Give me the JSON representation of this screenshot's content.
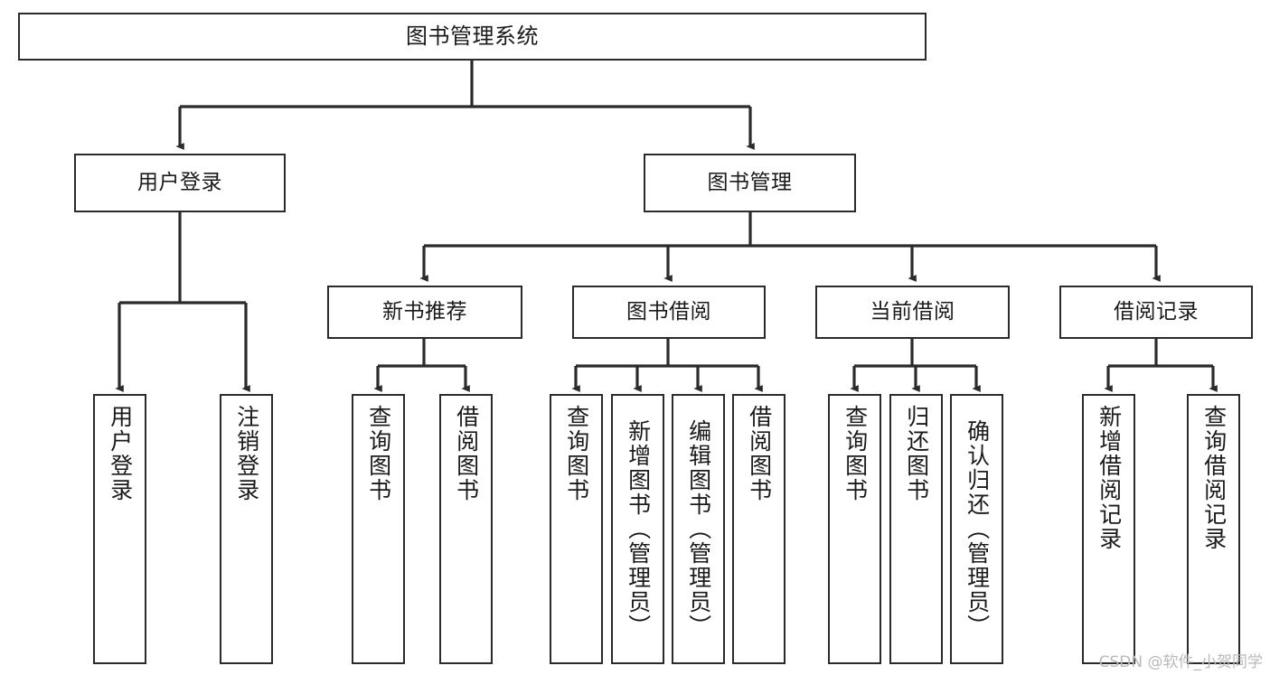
{
  "diagram": {
    "type": "tree",
    "title": "图书管理系统",
    "orientation": "top-down",
    "watermark": "CSDN @软件_小贺同学",
    "colors": {
      "box_border": "#2b2b2b",
      "box_fill": "#ffffff",
      "edge": "#2b2b2b",
      "text": "#1a1a1a",
      "watermark": "#b9b9b9",
      "background": "#ffffff"
    },
    "levels": {
      "root": "图书管理系统",
      "level2": [
        "用户登录",
        "图书管理"
      ],
      "level3": [
        "新书推荐",
        "图书借阅",
        "当前借阅",
        "借阅记录"
      ]
    },
    "nodes": {
      "root": {
        "label": "图书管理系统"
      },
      "user_login": {
        "label": "用户登录"
      },
      "book_manage": {
        "label": "图书管理"
      },
      "new_book_rec": {
        "label": "新书推荐"
      },
      "book_borrow": {
        "label": "图书借阅"
      },
      "current_borrow": {
        "label": "当前借阅"
      },
      "borrow_record": {
        "label": "借阅记录"
      },
      "leaf_user_login": {
        "label": "用户登录"
      },
      "leaf_logout": {
        "label": "注销登录"
      },
      "leaf_query_book_1": {
        "label": "查询图书"
      },
      "leaf_borrow_book_1": {
        "label": "借阅图书"
      },
      "leaf_query_book_2": {
        "label": "查询图书"
      },
      "leaf_add_book": {
        "label": "新增图书（管理员）"
      },
      "leaf_edit_book": {
        "label": "编辑图书（管理员）"
      },
      "leaf_borrow_book_2": {
        "label": "借阅图书"
      },
      "leaf_query_book_3": {
        "label": "查询图书"
      },
      "leaf_return_book": {
        "label": "归还图书"
      },
      "leaf_confirm_return": {
        "label": "确认归还（管理员）"
      },
      "leaf_add_record": {
        "label": "新增借阅记录"
      },
      "leaf_query_record": {
        "label": "查询借阅记录"
      }
    },
    "edges": [
      {
        "from": "root",
        "to": "user_login"
      },
      {
        "from": "root",
        "to": "book_manage"
      },
      {
        "from": "user_login",
        "to": "leaf_user_login"
      },
      {
        "from": "user_login",
        "to": "leaf_logout"
      },
      {
        "from": "book_manage",
        "to": "new_book_rec"
      },
      {
        "from": "book_manage",
        "to": "book_borrow"
      },
      {
        "from": "book_manage",
        "to": "current_borrow"
      },
      {
        "from": "book_manage",
        "to": "borrow_record"
      },
      {
        "from": "new_book_rec",
        "to": "leaf_query_book_1"
      },
      {
        "from": "new_book_rec",
        "to": "leaf_borrow_book_1"
      },
      {
        "from": "book_borrow",
        "to": "leaf_query_book_2"
      },
      {
        "from": "book_borrow",
        "to": "leaf_add_book"
      },
      {
        "from": "book_borrow",
        "to": "leaf_edit_book"
      },
      {
        "from": "book_borrow",
        "to": "leaf_borrow_book_2"
      },
      {
        "from": "current_borrow",
        "to": "leaf_query_book_3"
      },
      {
        "from": "current_borrow",
        "to": "leaf_return_book"
      },
      {
        "from": "current_borrow",
        "to": "leaf_confirm_return"
      },
      {
        "from": "borrow_record",
        "to": "leaf_add_record"
      },
      {
        "from": "borrow_record",
        "to": "leaf_query_record"
      }
    ]
  }
}
